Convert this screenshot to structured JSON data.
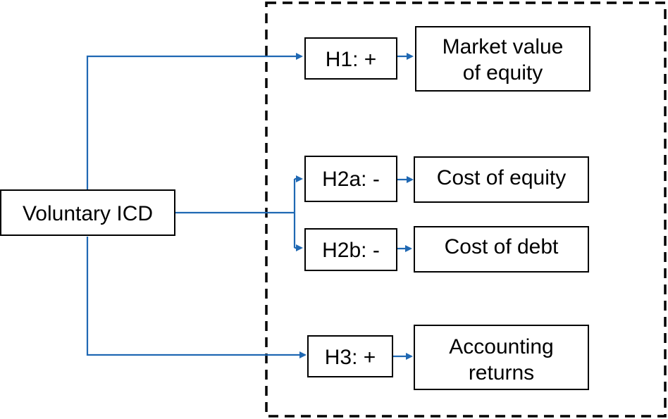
{
  "diagram": {
    "source": {
      "label": "Voluntary ICD"
    },
    "hypotheses": [
      {
        "id": "h1",
        "label": "H1: +"
      },
      {
        "id": "h2a",
        "label": "H2a: -"
      },
      {
        "id": "h2b",
        "label": "H2b: -"
      },
      {
        "id": "h3",
        "label": "H3: +"
      }
    ],
    "outcomes": [
      {
        "id": "market-value",
        "lines": [
          "Market value",
          "of equity"
        ]
      },
      {
        "id": "cost-of-equity",
        "lines": [
          "Cost of equity"
        ]
      },
      {
        "id": "cost-of-debt",
        "lines": [
          "Cost of debt"
        ]
      },
      {
        "id": "accounting-returns",
        "lines": [
          "Accounting",
          "returns"
        ]
      }
    ],
    "colors": {
      "connector": "#1f68b3",
      "box_border": "#000000",
      "text": "#000000"
    }
  }
}
